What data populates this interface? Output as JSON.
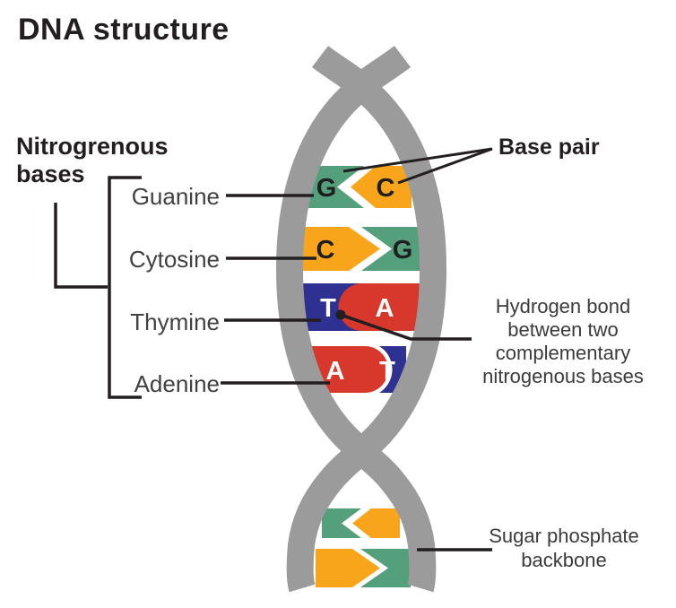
{
  "title": "DNA structure",
  "labels": {
    "nitrogenous_bases": "Nitrogrenous bases",
    "guanine": "Guanine",
    "cytosine": "Cytosine",
    "thymine": "Thymine",
    "adenine": "Adenine",
    "base_pair": "Base pair",
    "hydrogen_bond": "Hydrogen bond between two complementary nitrogenous bases",
    "sugar_phosphate": "Sugar phosphate backbone"
  },
  "helix": {
    "upper_rows": [
      {
        "left_letter": "G",
        "right_letter": "C",
        "left_color": "green",
        "right_color": "yellow",
        "arrow_direction": "left"
      },
      {
        "left_letter": "C",
        "right_letter": "G",
        "left_color": "yellow",
        "right_color": "green",
        "arrow_direction": "right"
      },
      {
        "left_letter": "T",
        "right_letter": "A",
        "left_color": "blue",
        "right_color": "red"
      },
      {
        "left_letter": "A",
        "right_letter": "T",
        "left_color": "red",
        "right_color": "blue"
      }
    ],
    "lower_rows": [
      {
        "left_color": "green",
        "right_color": "yellow",
        "arrow_direction": "left"
      },
      {
        "left_color": "yellow",
        "right_color": "green",
        "arrow_direction": "right"
      }
    ]
  },
  "colors": {
    "backbone_gray": "#9B9B9B",
    "green": "#55A07C",
    "yellow": "#F9A51C",
    "red": "#D8382B",
    "blue": "#2E3192",
    "line_dark": "#231F20",
    "letter_dark": "#1F1F1F",
    "letter_light": "#FFFFFF"
  }
}
